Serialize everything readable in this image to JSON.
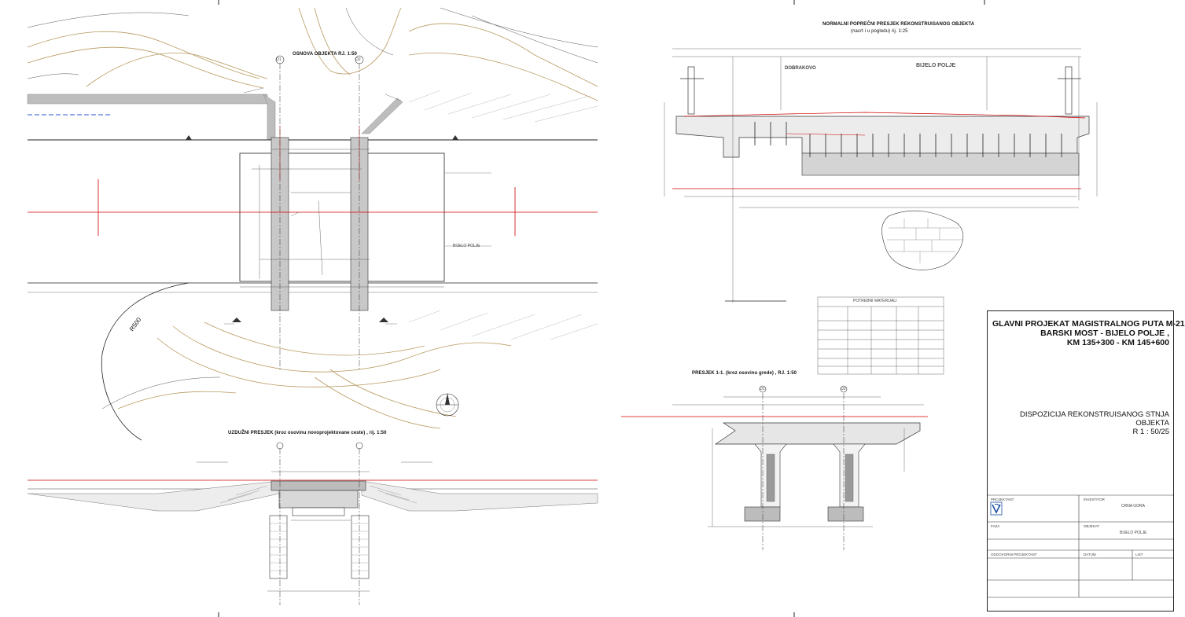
{
  "sheet": {
    "project_title": {
      "line1": "GLAVNI PROJEKAT MAGISTRALNOG PUTA M-21",
      "line2": "BARSKI MOST - BIJELO POLJE ,",
      "line3": "KM 135+300 - KM 145+600"
    },
    "drawing_title": "DISPOZICIJA REKONSTRUISANOG STNJA OBJEKTA",
    "scale": "R 1 : 50/25"
  },
  "views": {
    "plan_title": "OSNOVA OBJEKTA RJ. 1:50",
    "longitudinal_title": "UZDUŽNI PRESJEK (kroz osovinu novoprojektovane ceste) , rij. 1:50",
    "cross_section_title": "NORMALNI POPREČNI PRESJEK REKONSTRUISANOG OBJEKTA",
    "cross_section_subtitle": "(nacrt i u pogledu) rij. 1:25",
    "section_11_title": "PRESJEK 1-1. (kroz osovinu grede) , RJ. 1:50",
    "materials_title": "POTREBNI MATERIJALI"
  },
  "directions": {
    "dobrakovo": "DOBRAKOVO",
    "bijelo_polje": "BIJELO POLJE",
    "bijelo_polje_small": "BIJELO POLJE"
  },
  "plan_labels": {
    "radius": "R500",
    "axis1": "O1",
    "axis2": "O2"
  },
  "title_block": {
    "investor_label": "INVESTITOR",
    "investor_value": "CRNA GORA",
    "designer_label": "PROJEKTANT",
    "object_label": "OBJEKAT",
    "object_value": "BIJELO POLJE",
    "phase_label": "FAZA",
    "responsible_label": "ODGOVORNI PROJEKTANT",
    "date_label": "DATUM",
    "sheet_label": "LIST"
  }
}
